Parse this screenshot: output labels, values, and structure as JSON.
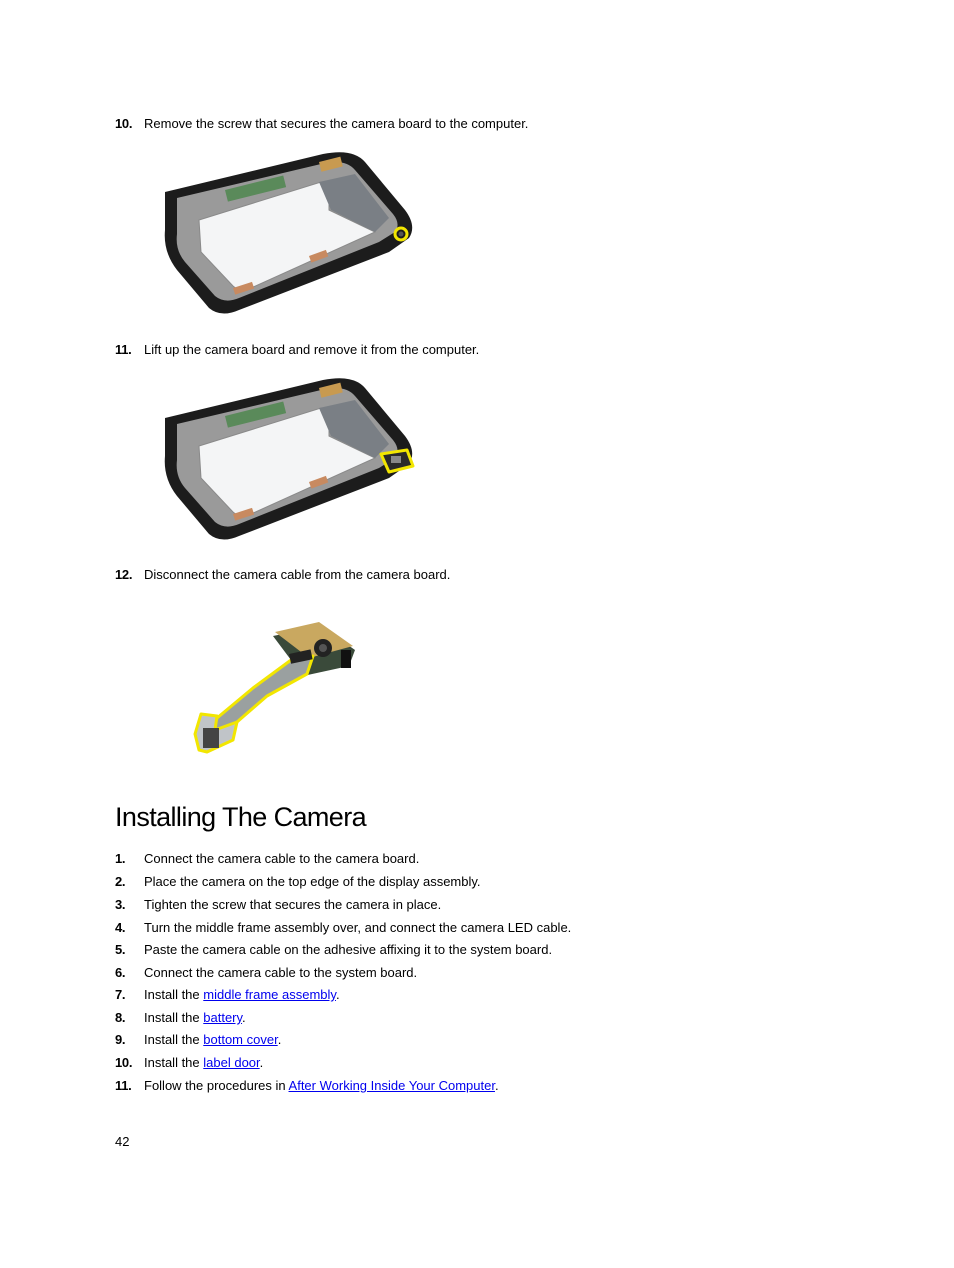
{
  "removal_steps": [
    {
      "number": "10.",
      "text": "Remove the screw that secures the camera board to the computer."
    },
    {
      "number": "11.",
      "text": "Lift up the camera board and remove it from the computer."
    },
    {
      "number": "12.",
      "text": "Disconnect the camera cable from the camera board."
    }
  ],
  "section_title": "Installing The Camera",
  "install_steps": [
    {
      "number": "1.",
      "text": "Connect the camera cable to the camera board."
    },
    {
      "number": "2.",
      "text": "Place the camera on the top edge of the display assembly."
    },
    {
      "number": "3.",
      "text": "Tighten the screw that secures the camera in place."
    },
    {
      "number": "4.",
      "text": "Turn the middle frame assembly over, and connect the camera LED cable."
    },
    {
      "number": "5.",
      "text": "Paste the camera cable on the adhesive affixing it to the system board."
    },
    {
      "number": "6.",
      "text": "Connect the camera cable to the system board."
    },
    {
      "number": "7.",
      "prefix": "Install the ",
      "link": "middle frame assembly",
      "suffix": "."
    },
    {
      "number": "8.",
      "prefix": "Install the ",
      "link": "battery",
      "suffix": "."
    },
    {
      "number": "9.",
      "prefix": "Install the ",
      "link": "bottom cover",
      "suffix": "."
    },
    {
      "number": "10.",
      "prefix": "Install the ",
      "link": "label door",
      "suffix": "."
    },
    {
      "number": "11.",
      "prefix": "Follow the procedures in ",
      "link": "After Working Inside Your Computer",
      "suffix": "."
    }
  ],
  "page_number": "42",
  "colors": {
    "highlight": "#f2e600",
    "link": "#0000ee",
    "chassis": "#1c1c1c"
  }
}
